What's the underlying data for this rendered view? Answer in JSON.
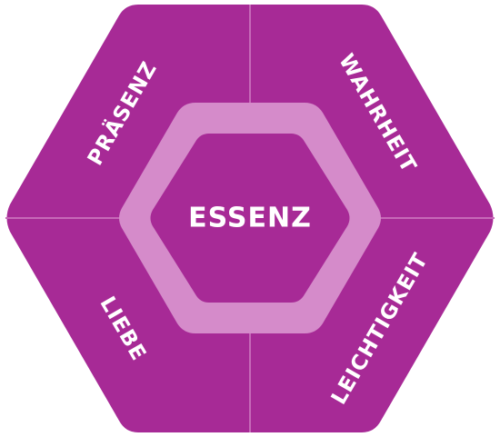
{
  "diagram": {
    "center": {
      "label": "ESSENZ"
    },
    "segments": [
      {
        "id": "top-left",
        "label": "PRÄSENZ"
      },
      {
        "id": "top-right",
        "label": "WAHRHEIT"
      },
      {
        "id": "bottom-left",
        "label": "LIEBE"
      },
      {
        "id": "bottom-right",
        "label": "LEICHTIGKEIT"
      }
    ]
  },
  "colors": {
    "segment_fill": "#a72a96",
    "divider": "#c668b8",
    "ring": "#d58bca",
    "center_fill": "#a72a96",
    "text": "#ffffff",
    "background": "#ffffff"
  }
}
